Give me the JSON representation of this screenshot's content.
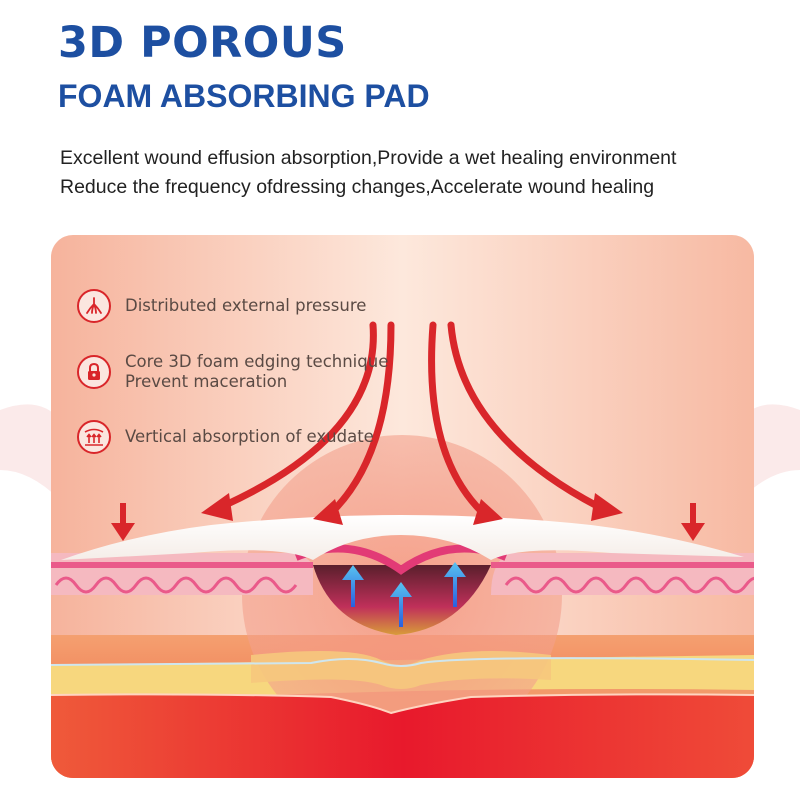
{
  "header": {
    "title": "3D POROUS",
    "subtitle": "FOAM ABSORBING PAD"
  },
  "description": {
    "line1": "Excellent wound effusion absorption,Provide a wet healing environment",
    "line2": "Reduce the frequency ofdressing changes,Accelerate wound healing"
  },
  "features": [
    {
      "icon": "pressure-distribution-icon",
      "line1": "Distributed external pressure",
      "line2": ""
    },
    {
      "icon": "lock-icon",
      "line1": "Core 3D foam edging technique",
      "line2": "Prevent maceration"
    },
    {
      "icon": "vertical-absorption-icon",
      "line1": "Vertical absorption of exudate",
      "line2": ""
    }
  ],
  "colors": {
    "title_blue": "#1d4fa1",
    "arrow_red": "#d9262a",
    "absorption_arrow_blue": "#4aa3e6"
  }
}
